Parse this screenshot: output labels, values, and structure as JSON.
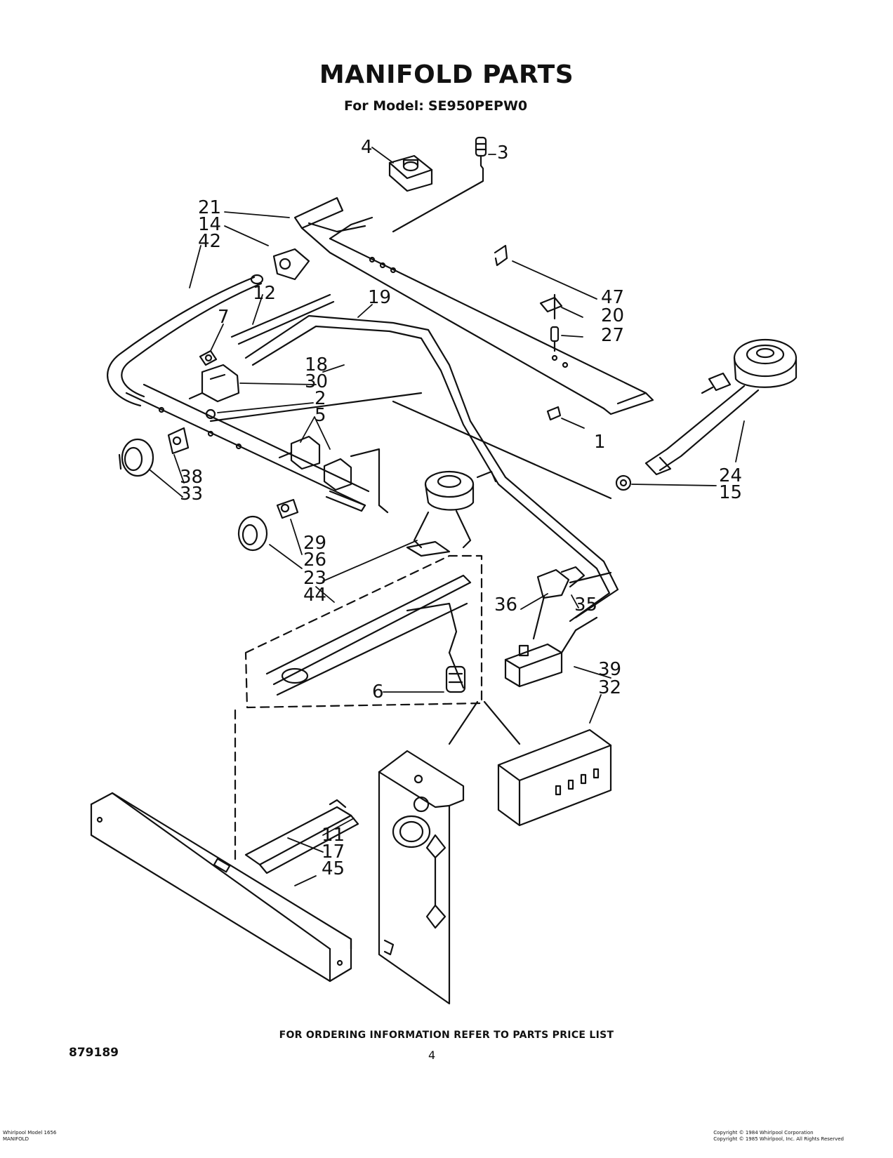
{
  "page": {
    "title": "MANIFOLD PARTS",
    "model_prefix": "For Model:",
    "model": "SE950PEPW0",
    "footer_note": "FOR ORDERING INFORMATION REFER TO PARTS PRICE LIST",
    "doc_number": "879189",
    "page_number": "4",
    "fine_print_left": [
      "Whirlpool Model 1656",
      "MANIFOLD"
    ],
    "fine_print_right": [
      "Copyright © 1984 Whirlpool Corporation",
      "Copyright © 1985 Whirlpool, Inc. All Rights Reserved"
    ]
  },
  "callouts": [
    "4",
    "3",
    "21",
    "14",
    "42",
    "12",
    "7",
    "19",
    "47",
    "20",
    "27",
    "18",
    "30",
    "2",
    "5",
    "1",
    "24",
    "15",
    "38",
    "33",
    "29",
    "26",
    "23",
    "44",
    "36",
    "35",
    "39",
    "32",
    "6",
    "11",
    "17",
    "45"
  ]
}
